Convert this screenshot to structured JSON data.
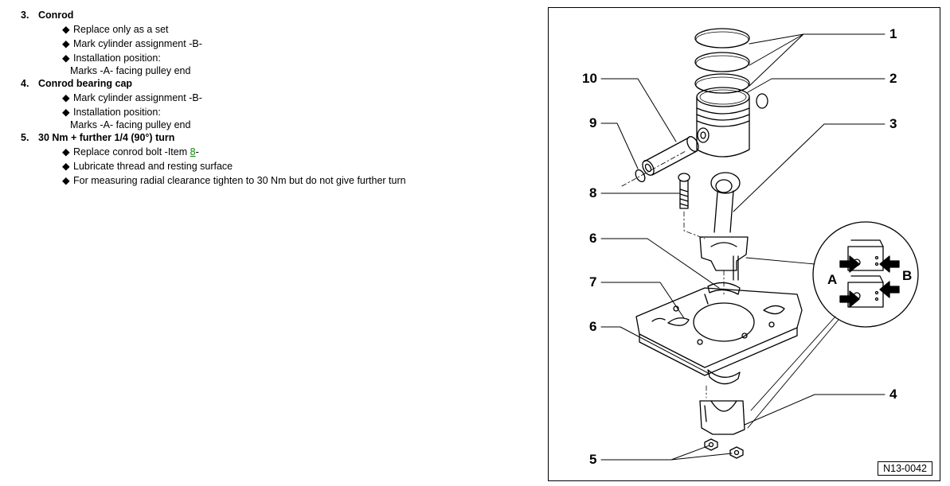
{
  "items": [
    {
      "number": "3.",
      "title": "Conrod",
      "lines": [
        {
          "type": "bullet",
          "text": "Replace only as a set"
        },
        {
          "type": "bullet",
          "text": "Mark cylinder assignment -B-"
        },
        {
          "type": "bullet",
          "text": "Installation position:"
        },
        {
          "type": "cont",
          "text": "Marks -A- facing pulley end"
        }
      ]
    },
    {
      "number": "4.",
      "title": "Conrod bearing cap",
      "lines": [
        {
          "type": "bullet",
          "text": "Mark cylinder assignment -B-"
        },
        {
          "type": "bullet",
          "text": "Installation position:"
        },
        {
          "type": "cont",
          "text": "Marks -A- facing pulley end"
        }
      ]
    },
    {
      "number": "5.",
      "title": "30 Nm + further 1/4 (90°) turn",
      "lines": [
        {
          "type": "bullet_link",
          "prefix": "Replace conrod bolt -Item ",
          "link": "8",
          "suffix": "-"
        },
        {
          "type": "bullet",
          "text": "Lubricate thread and resting surface"
        },
        {
          "type": "bullet",
          "text": "For measuring radial clearance tighten to 30 Nm but do not give further turn"
        }
      ]
    }
  ],
  "bullet_glyph": "◆",
  "figure": {
    "callouts": [
      "1",
      "2",
      "3",
      "4",
      "5",
      "6",
      "7",
      "6",
      "8",
      "9",
      "10"
    ],
    "detail_labels": {
      "a": "A",
      "b": "B"
    },
    "figure_id": "N13-0042"
  }
}
